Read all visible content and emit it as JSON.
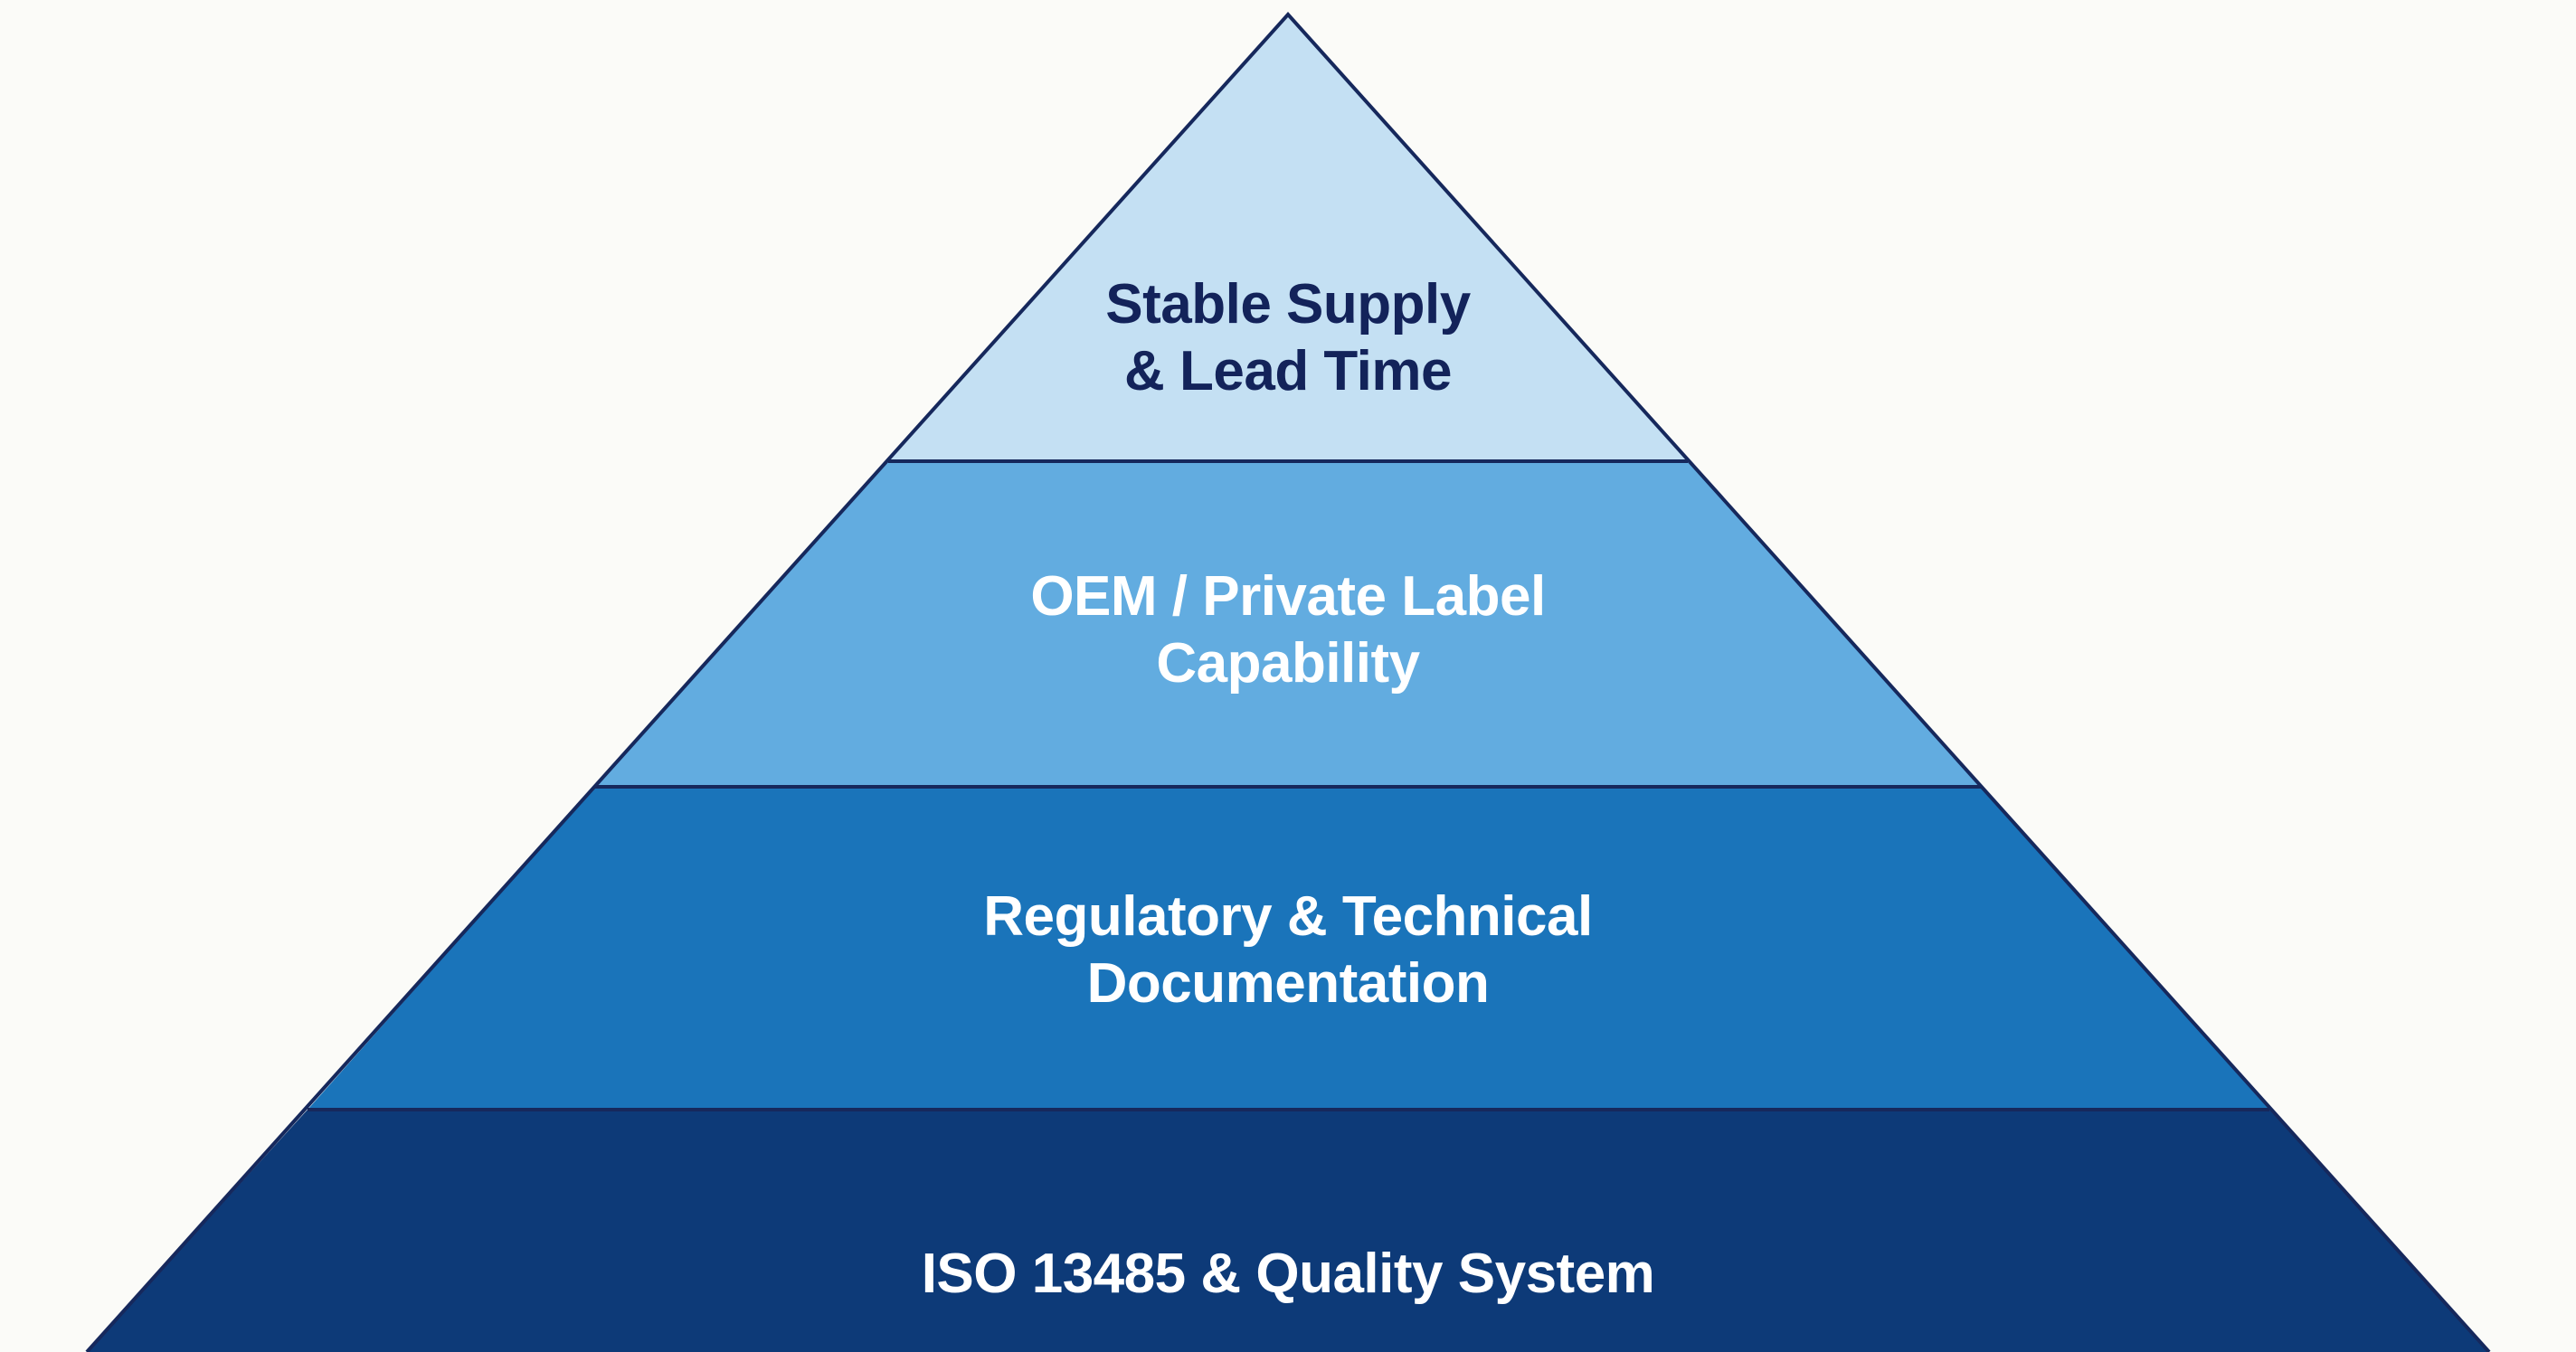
{
  "pyramid": {
    "layers": [
      {
        "lines": [
          "Stable Supply",
          "& Lead Time"
        ],
        "fill": "#c4e0f3",
        "text_color": "#13235a"
      },
      {
        "lines": [
          "OEM / Private Label",
          "Capability"
        ],
        "fill": "#62ace0",
        "text_color": "#ffffff"
      },
      {
        "lines": [
          "Regulatory & Technical",
          "Documentation"
        ],
        "fill": "#1a74ba",
        "text_color": "#ffffff"
      },
      {
        "lines": [
          "ISO 13485 & Quality System"
        ],
        "fill": "#0d3a78",
        "text_color": "#ffffff"
      }
    ],
    "outline_color": "#16285c",
    "background_color": "#fbfbf8"
  }
}
